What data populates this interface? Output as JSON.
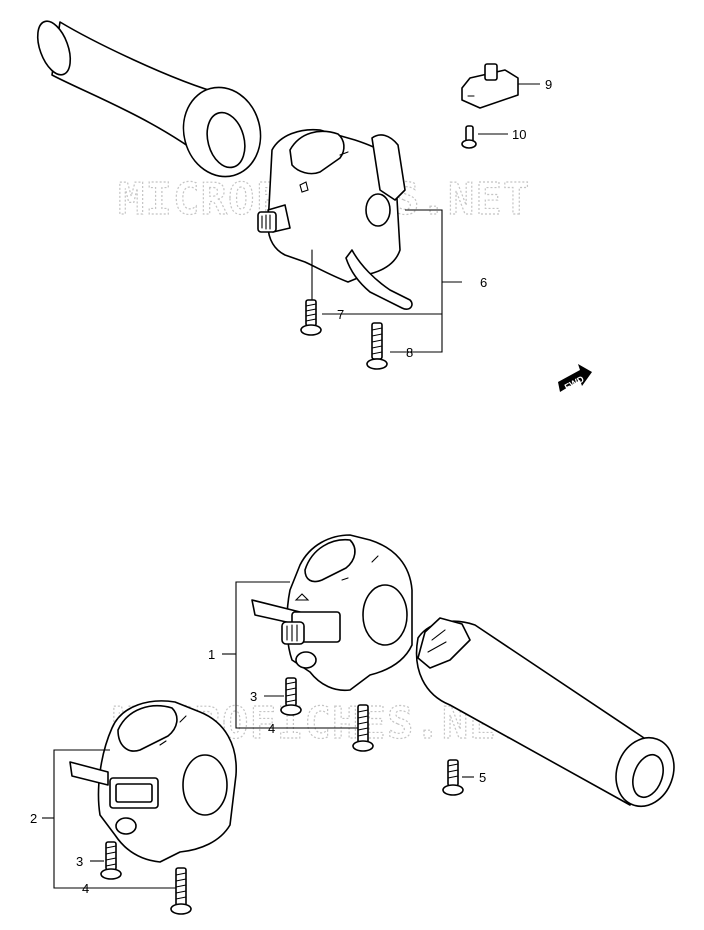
{
  "watermarks": [
    "MICROFICHES.NET",
    "MICROFICHES.NET"
  ],
  "fwd_marker": "FWD",
  "callouts": {
    "c1": "1",
    "c2": "2",
    "c3a": "3",
    "c3b": "3",
    "c4a": "4",
    "c4b": "4",
    "c5": "5",
    "c6": "6",
    "c7": "7",
    "c8": "8",
    "c9": "9",
    "c10": "10"
  }
}
